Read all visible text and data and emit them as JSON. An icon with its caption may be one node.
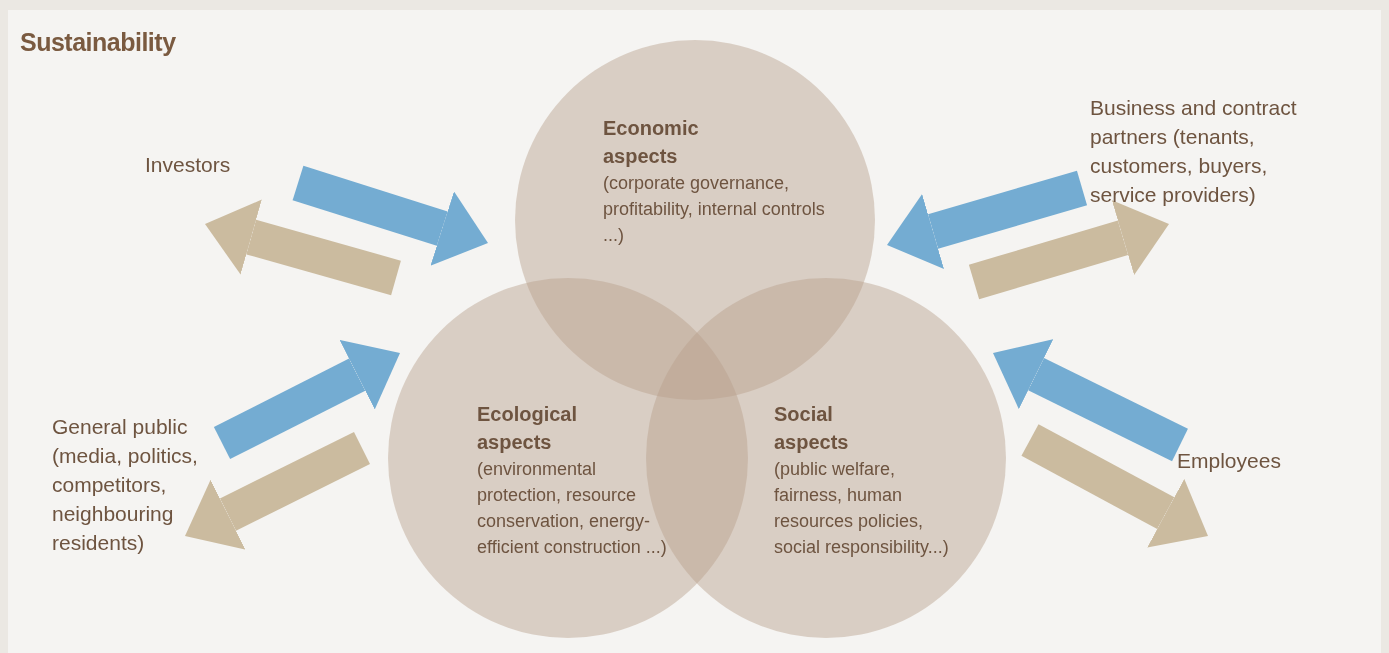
{
  "diagram": {
    "title": "Sustainability",
    "nodes": [
      {
        "text": [
          "Economic aspects",
          "(corporate governance, profitability, internal controls ...)"
        ]
      },
      {
        "text": [
          "Ecological aspects",
          "(environmental protection, resource conservation, energy-efficient construction ...)"
        ]
      },
      {
        "text": [
          "Social aspects",
          "(public welfare, fairness, human resources policies, social responsibility...)"
        ]
      },
      {
        "text": [
          "Investors"
        ]
      },
      {
        "text": [
          "Business and contract partners (tenants, customers, buyers, service providers)"
        ]
      },
      {
        "text": [
          "General public (media, politics, competitors, neighbouring residents)"
        ]
      },
      {
        "text": [
          "Employees"
        ]
      }
    ],
    "edges": [
      {
        "from": 3,
        "to": 0,
        "arrow": "to",
        "color": "#74acd2"
      },
      {
        "from": 1,
        "to": 3,
        "arrow": "to",
        "color": "#cbbb9f"
      },
      {
        "from": 4,
        "to": 0,
        "arrow": "to",
        "color": "#74acd2"
      },
      {
        "from": 2,
        "to": 4,
        "arrow": "to",
        "color": "#cbbb9f"
      },
      {
        "from": 5,
        "to": 1,
        "arrow": "to",
        "color": "#74acd2"
      },
      {
        "from": 1,
        "to": 5,
        "arrow": "to",
        "color": "#cbbb9f"
      },
      {
        "from": 6,
        "to": 2,
        "arrow": "to",
        "color": "#74acd2"
      },
      {
        "from": 2,
        "to": 6,
        "arrow": "to",
        "color": "#cbbb9f"
      }
    ]
  }
}
